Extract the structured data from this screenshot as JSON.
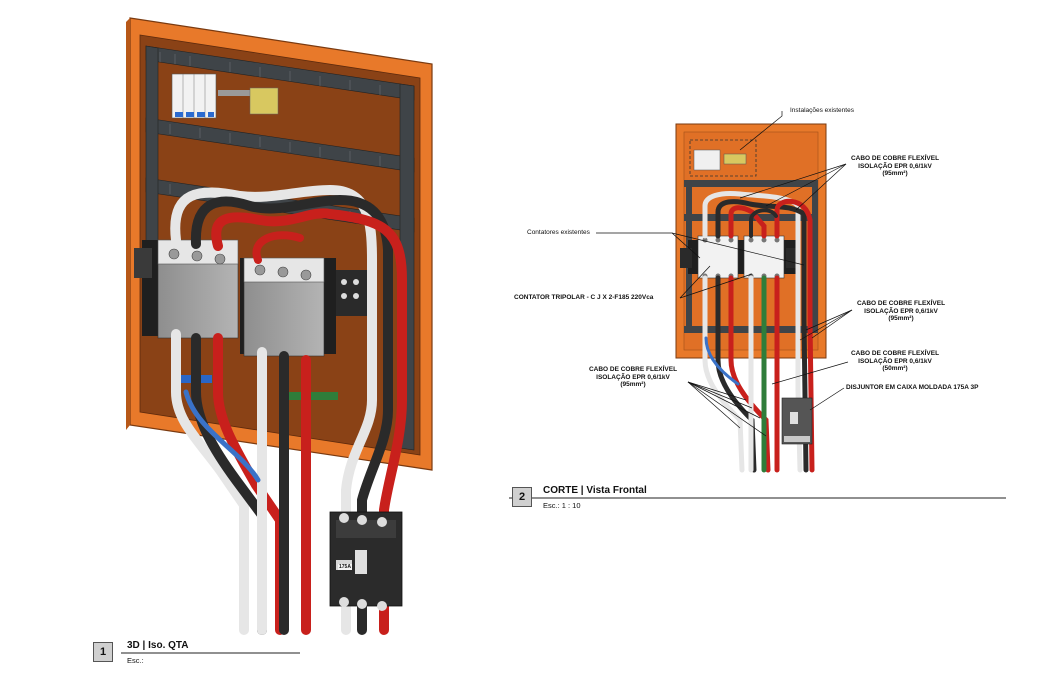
{
  "views": [
    {
      "number": "1",
      "title": "3D | Iso. QTA",
      "scale": "Esc.:"
    },
    {
      "number": "2",
      "title": "CORTE | Vista Frontal",
      "scale": "Esc.: 1 : 10"
    }
  ],
  "breaker_rating": "175A",
  "annotations": {
    "existing_installations": "Instalações existentes",
    "existing_contactors": "Contatores existentes",
    "cable_95_top": [
      "CABO DE COBRE FLEXÍVEL",
      "ISOLAÇÃO EPR 0,6/1kV",
      "(95mm²)"
    ],
    "contactor": "CONTATOR TRIPOLAR - C J X 2-F185 220Vca",
    "cable_95_right": [
      "CABO DE COBRE FLEXÍVEL",
      "ISOLAÇÃO EPR 0,6/1kV",
      "(95mm²)"
    ],
    "cable_50": [
      "CABO DE COBRE FLEXÍVEL",
      "ISOLAÇÃO EPR 0,6/1kV",
      "(50mm²)"
    ],
    "cable_95_left": [
      "CABO DE COBRE FLEXÍVEL",
      "ISOLAÇÃO EPR 0,6/1kV",
      "(95mm²)"
    ],
    "breaker": "DISJUNTOR EM CAIXA MOLDADA 175A 3P"
  },
  "colors": {
    "panel_orange": "#e8792a",
    "panel_dark_orange": "#b95a1a",
    "backplate_brown": "#8a4216",
    "rail_grey": "#3f4448",
    "cable_red": "#c8201c",
    "cable_black": "#2a2a2a",
    "cable_white": "#e6e6e6",
    "cable_green": "#2f7d3a",
    "cable_blue": "#3a72c8"
  }
}
